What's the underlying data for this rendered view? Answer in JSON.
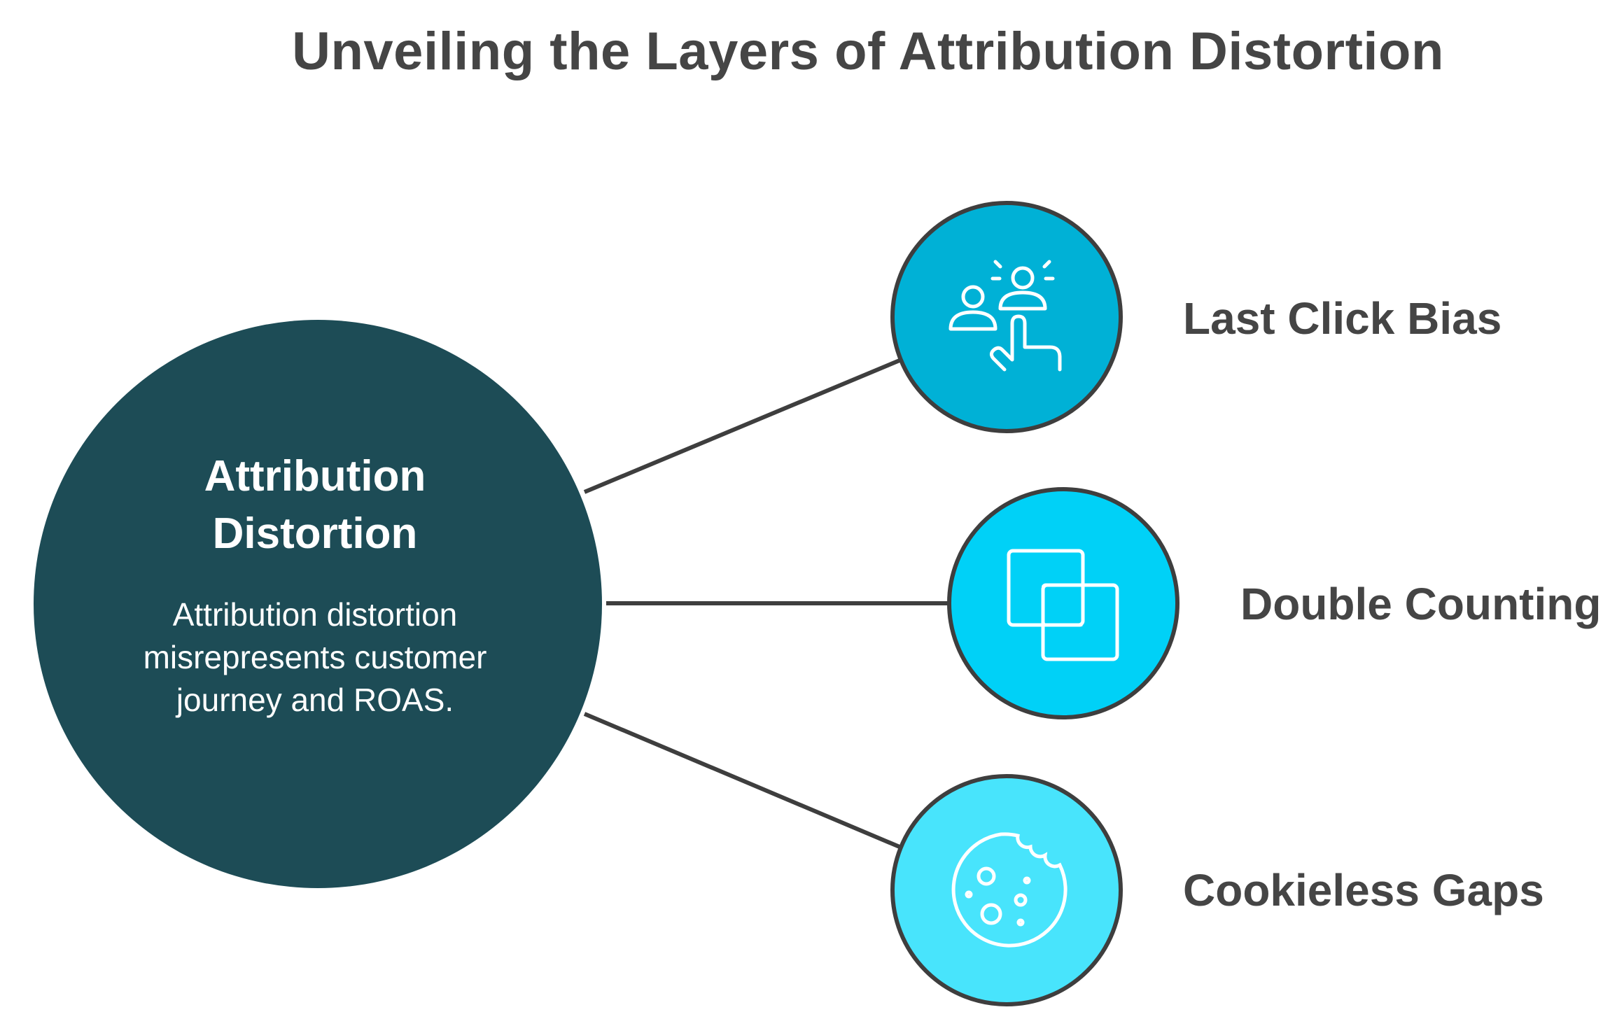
{
  "title": "Unveiling the Layers of Attribution Distortion",
  "center": {
    "heading_line1": "Attribution",
    "heading_line2": "Distortion",
    "description": "Attribution distortion misrepresents customer journey and ROAS."
  },
  "nodes": [
    {
      "label": "Last Click Bias",
      "icon": "people-click-icon",
      "color": "#00b1d6"
    },
    {
      "label": "Double Counting",
      "icon": "overlapping-squares-icon",
      "color": "#00d1f7"
    },
    {
      "label": "Cookieless Gaps",
      "icon": "cookie-icon",
      "color": "#48e4fc"
    }
  ],
  "colors": {
    "center_fill": "#1d4c56",
    "stroke": "#3e3e3e",
    "title_text": "#454545"
  }
}
